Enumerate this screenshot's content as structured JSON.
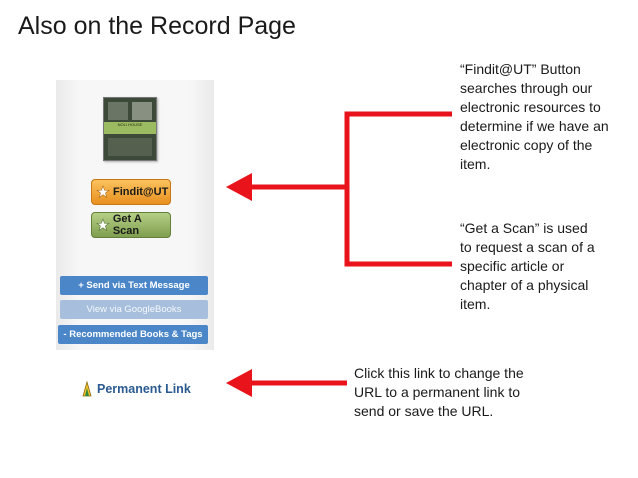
{
  "slide": {
    "title": "Also on the Record Page"
  },
  "record": {
    "cover": {
      "title_text": "NOLI HOUSE",
      "icon": "book-cover-image"
    },
    "findit_label": "Findit@UT",
    "scan_label": "Get A Scan",
    "text_message_label": "+ Send via Text Message",
    "google_books_label": "View via GoogleBooks",
    "recommended_label": "- Recommended Books & Tags",
    "permanent_link_label": "Permanent Link"
  },
  "notes": {
    "findit": "“Findit@UT” Button\nsearches through our\nelectronic resources to\ndetermine if we have an\nelectronic copy of the\nitem.",
    "scan": "“Get a Scan” is used\nto request a scan of a\nspecific article or\nchapter of a physical\nitem.",
    "permalink": "Click this link to change the\nURL to a permanent link to\nsend or save the URL."
  },
  "colors": {
    "arrow": "#e8131b",
    "button_blue": "#4b86c8",
    "findit_orange": "#f0a238",
    "scan_green": "#92b062"
  }
}
